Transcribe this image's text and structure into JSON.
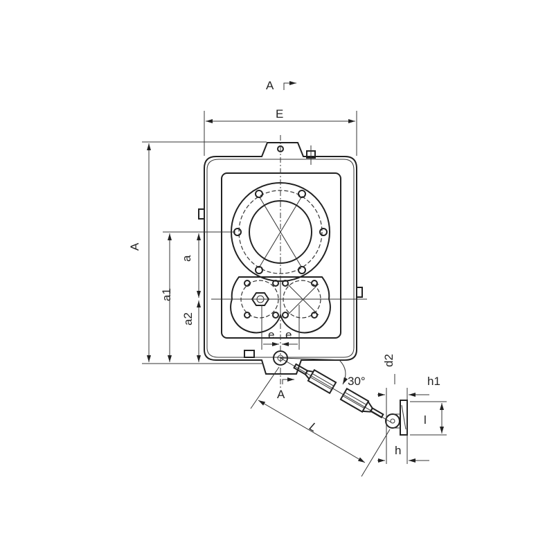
{
  "drawing": {
    "labels": {
      "section_top": "A",
      "section_bottom": "A",
      "width": "E",
      "height": "A",
      "a1": "a1",
      "a": "a",
      "a2": "a2",
      "e_left": "e",
      "e_right": "e",
      "angle": "30°",
      "d2": "d2",
      "h1": "h1",
      "l": "l",
      "h": "h",
      "L": "L"
    },
    "colors": {
      "line": "#222222",
      "background": "#ffffff"
    }
  }
}
